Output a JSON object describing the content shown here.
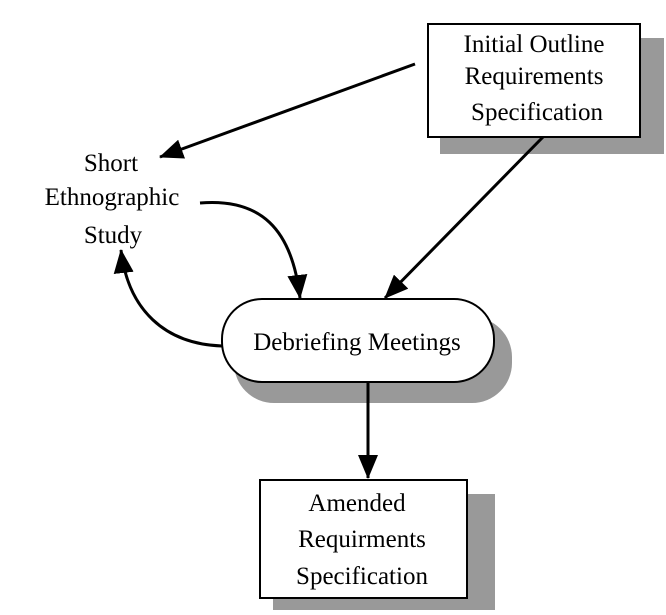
{
  "diagram": {
    "nodes": {
      "initial_spec": {
        "lines": [
          "Initial Outline",
          "Requirements",
          "Specification"
        ]
      },
      "ethnographic_study": {
        "lines": [
          "Short",
          "Ethnographic",
          "Study"
        ]
      },
      "debriefing": {
        "label": "Debriefing Meetings"
      },
      "amended_spec": {
        "lines": [
          "Amended",
          "Requirments",
          "Specification"
        ]
      }
    }
  },
  "colors": {
    "shadow": "#999999",
    "stroke": "#000000",
    "fill": "#ffffff"
  }
}
